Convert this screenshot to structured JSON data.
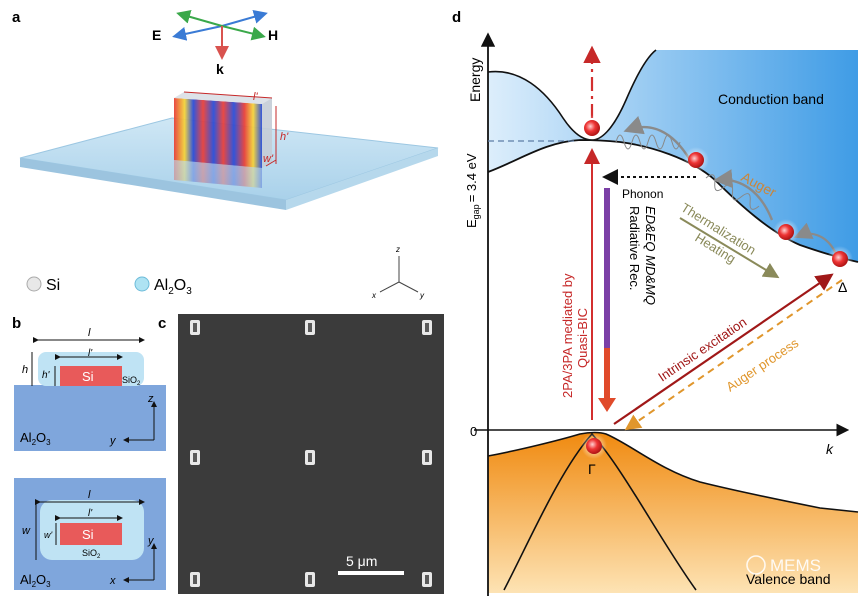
{
  "panels": {
    "a": {
      "label": "a",
      "field_E": "E",
      "field_H": "H",
      "field_k": "k",
      "dim_l": "l'",
      "dim_h": "h'",
      "dim_w": "w'",
      "legend_si": "Si",
      "legend_al": "Al",
      "legend_al_sub": "2",
      "legend_o": "O",
      "legend_o_sub": "3",
      "axis_z": "z",
      "axis_x": "x",
      "axis_y": "y"
    },
    "b": {
      "label": "b",
      "top": {
        "l": "l",
        "lp": "l'",
        "h": "h",
        "hp": "h'",
        "si": "Si",
        "sio2": "SiO",
        "sio2_sub": "2",
        "al": "Al",
        "al_sub": "2",
        "o": "O",
        "o_sub": "3",
        "z": "z",
        "y": "y"
      },
      "bottom": {
        "l": "l",
        "lp": "l'",
        "w": "w",
        "wp": "w'",
        "si": "Si",
        "sio2": "SiO",
        "sio2_sub": "2",
        "al": "Al",
        "al_sub": "2",
        "o": "O",
        "o_sub": "3",
        "y": "y",
        "x": "x"
      }
    },
    "c": {
      "label": "c",
      "scale_bar": "5 μm"
    },
    "d": {
      "label": "d",
      "energy": "Energy",
      "egap": "E",
      "egap_sub": "gap",
      "egap_value": "= 3.4 eV",
      "conduction_band": "Conduction band",
      "valence_band": "Valence band",
      "phonon": "Phonon",
      "auger": "Auger",
      "thermalization": "Thermalization",
      "heating": "Heating",
      "radiative_1": "Radiative Rec.",
      "radiative_2": "ED&EQ MD&MQ",
      "tpa_1": "2PA/3PA mediated by",
      "tpa_2": "Quasi-BIC",
      "intrinsic": "Intrinsic excitation",
      "auger_process": "Auger process",
      "zero": "0",
      "gamma": "Γ",
      "delta": "Δ",
      "k_axis": "k"
    },
    "watermark": "MEMS"
  }
}
